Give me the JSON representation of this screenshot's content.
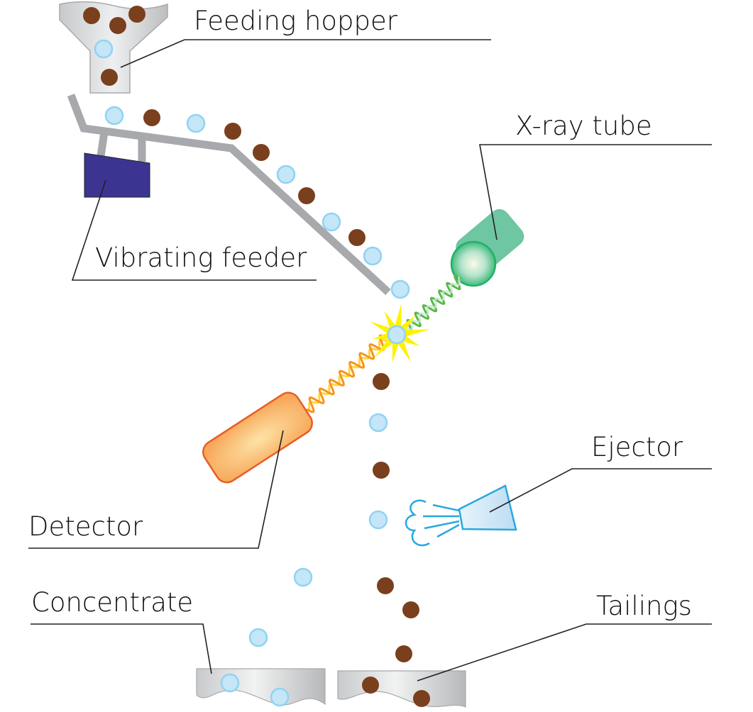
{
  "diagram": {
    "title": "X-ray ore sorting process",
    "labels": {
      "feeding_hopper": "Feeding hopper",
      "vibrating_feeder": "Vibrating feeder",
      "xray_tube": "X-ray tube",
      "detector": "Detector",
      "ejector": "Ejector",
      "concentrate": "Concentrate",
      "tailings": "Tailings"
    },
    "particle_types": {
      "ore": "light blue particle (concentrate)",
      "waste": "brown particle (tailings)"
    },
    "colors": {
      "ore_fill": "#c5e6f7",
      "ore_stroke": "#8fd3f4",
      "waste_fill": "#7a3f1c",
      "feeder_body": "#3b3591",
      "rail": "#a7a9ac",
      "xray_tube": "#6fc6a2",
      "xray_wave": "#5bb847",
      "detector_fill": "#f7a85a",
      "detector_stroke": "#e85d26",
      "detector_wave": "#f7941d",
      "flash": "#fff200",
      "ejector": "#29a8df",
      "bin": "#d1d3d4"
    }
  }
}
